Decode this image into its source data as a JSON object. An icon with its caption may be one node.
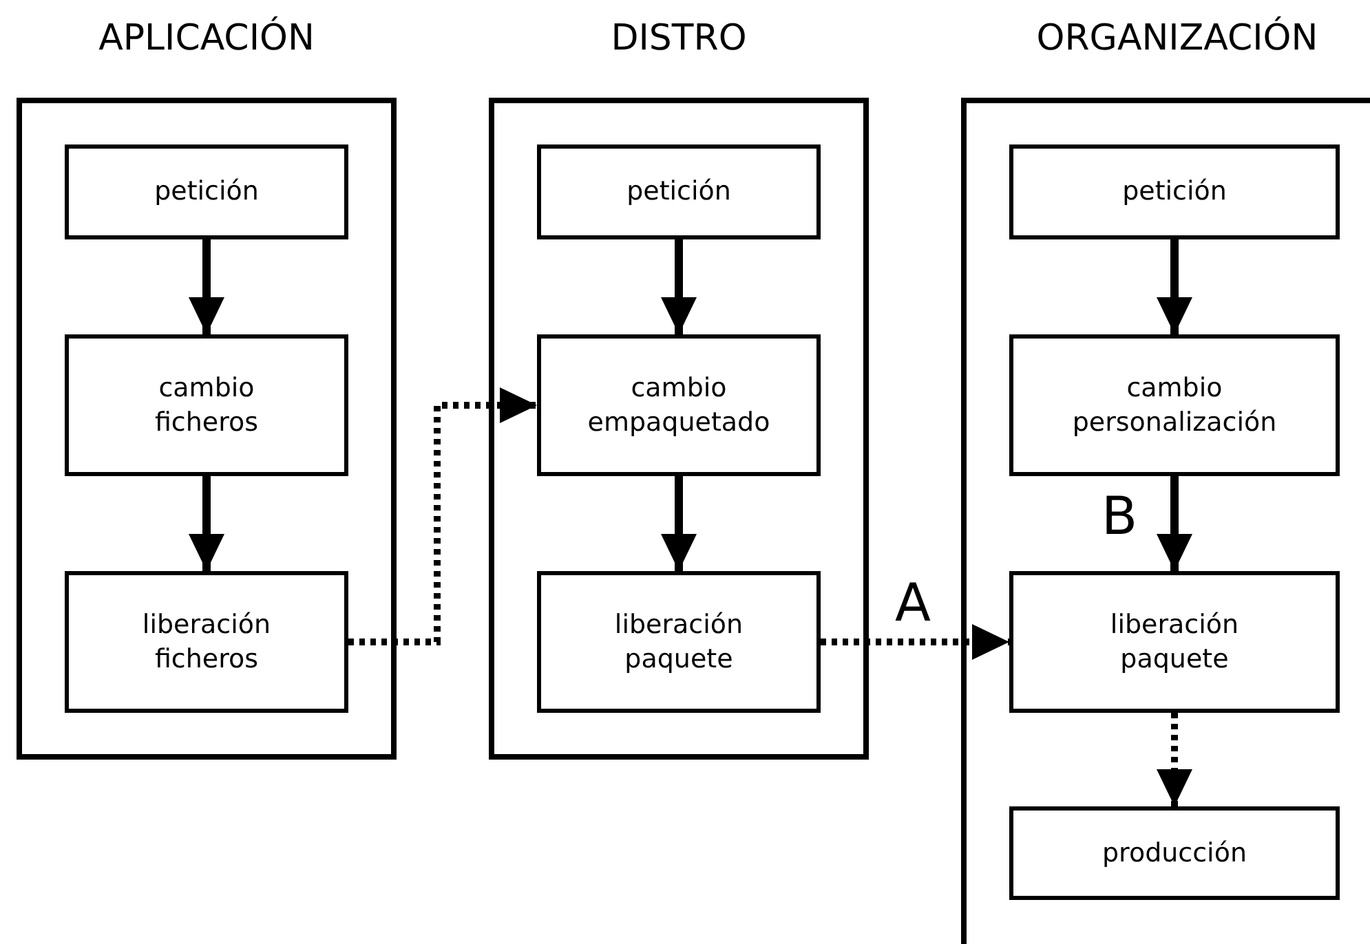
{
  "diagram": {
    "nodes": [
      {
        "text": [
          "APLICACIÓN"
        ]
      },
      {
        "text": [
          "petición"
        ],
        "in": 0
      },
      {
        "text": [
          "cambio ficheros"
        ],
        "in": 0
      },
      {
        "text": [
          "liberación ficheros"
        ],
        "in": 0
      },
      {
        "text": [
          "DISTRO"
        ]
      },
      {
        "text": [
          "petición"
        ],
        "in": 4
      },
      {
        "text": [
          "cambio empaquetado"
        ],
        "in": 4
      },
      {
        "text": [
          "liberación paquete"
        ],
        "in": 4
      },
      {
        "text": [
          "ORGANIZACIÓN"
        ]
      },
      {
        "text": [
          "petición"
        ],
        "in": 8
      },
      {
        "text": [
          "cambio personalización"
        ],
        "in": 8
      },
      {
        "text": [
          "liberación paquete"
        ],
        "in": 8
      },
      {
        "text": [
          "producción"
        ],
        "in": 8
      }
    ],
    "edges": [
      {
        "from": 1,
        "to": 2,
        "arrow": "to"
      },
      {
        "from": 2,
        "to": 3,
        "arrow": "to"
      },
      {
        "from": 3,
        "to": 6,
        "arrow": "to",
        "style": "dashed"
      },
      {
        "from": 5,
        "to": 6,
        "arrow": "to"
      },
      {
        "from": 6,
        "to": 7,
        "arrow": "to"
      },
      {
        "from": 7,
        "to": 11,
        "arrow": "to",
        "style": "dashed",
        "label": "A"
      },
      {
        "from": 9,
        "to": 10,
        "arrow": "to"
      },
      {
        "from": 10,
        "to": 11,
        "arrow": "to",
        "label": "B"
      },
      {
        "from": 11,
        "to": 12,
        "arrow": "to",
        "style": "dashed"
      }
    ]
  }
}
